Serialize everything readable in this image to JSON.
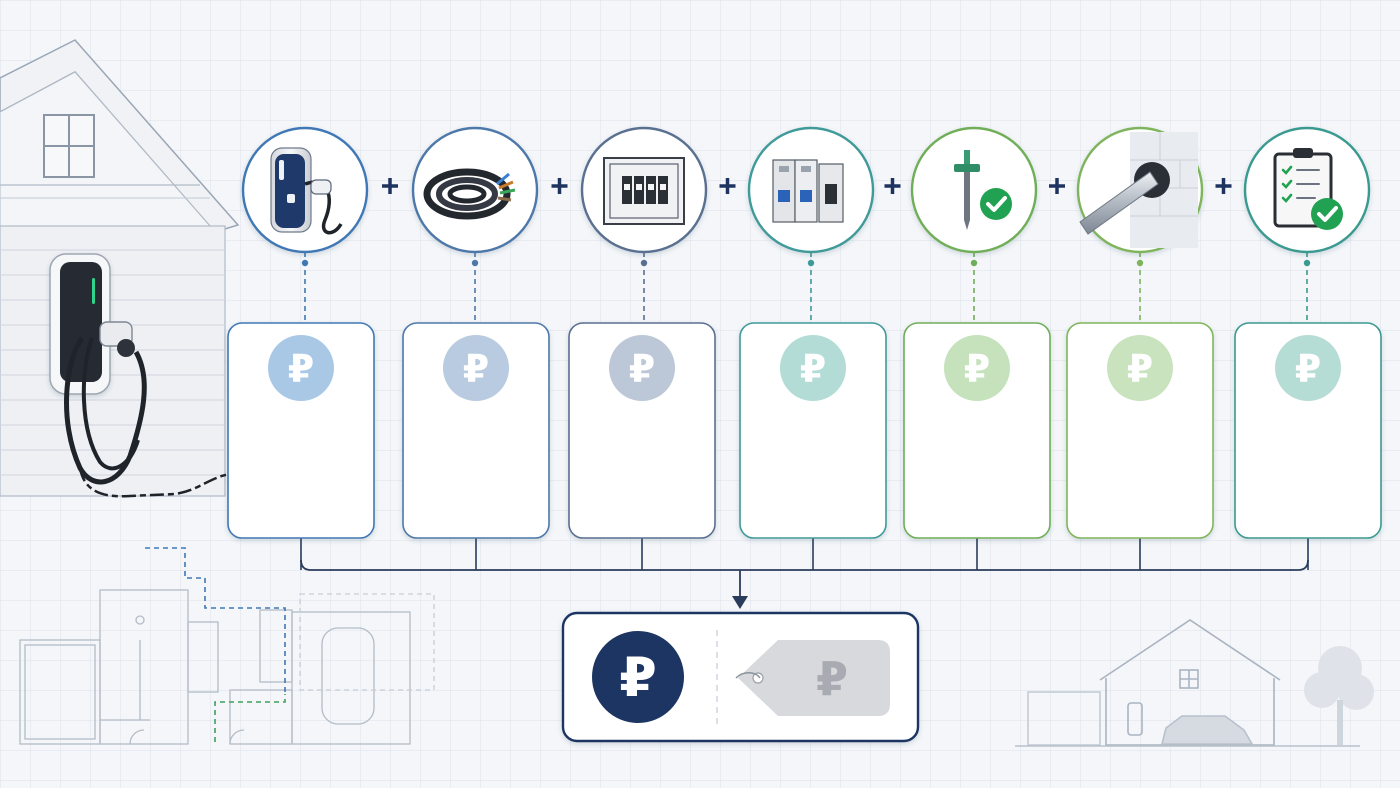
{
  "currency_symbol": "₽",
  "components": [
    {
      "id": "ev-charger",
      "icon": "ev-charger-icon",
      "color": "#3f78b5",
      "badge_color": "#a9c8e6"
    },
    {
      "id": "power-cable",
      "icon": "cable-coil-icon",
      "color": "#4d78a9",
      "badge_color": "#b8cbe0"
    },
    {
      "id": "distribution-panel",
      "icon": "distribution-panel-icon",
      "color": "#5a6f91",
      "badge_color": "#bcc8d8"
    },
    {
      "id": "circuit-breakers",
      "icon": "circuit-breaker-icon",
      "color": "#3f9a99",
      "badge_color": "#b3dcd7"
    },
    {
      "id": "ground-rod",
      "icon": "ground-rod-icon",
      "color": "#6fae58",
      "badge_color": "#c5e2bd"
    },
    {
      "id": "wall-conduit",
      "icon": "wall-conduit-icon",
      "color": "#7eb55c",
      "badge_color": "#c8e3bd"
    },
    {
      "id": "inspection-checklist",
      "icon": "checklist-icon",
      "color": "#3a9a90",
      "badge_color": "#b6dcd6"
    }
  ],
  "total": {
    "icon": "ruble-icon",
    "tag_icon": "price-tag-icon",
    "color": "#1c3562"
  }
}
